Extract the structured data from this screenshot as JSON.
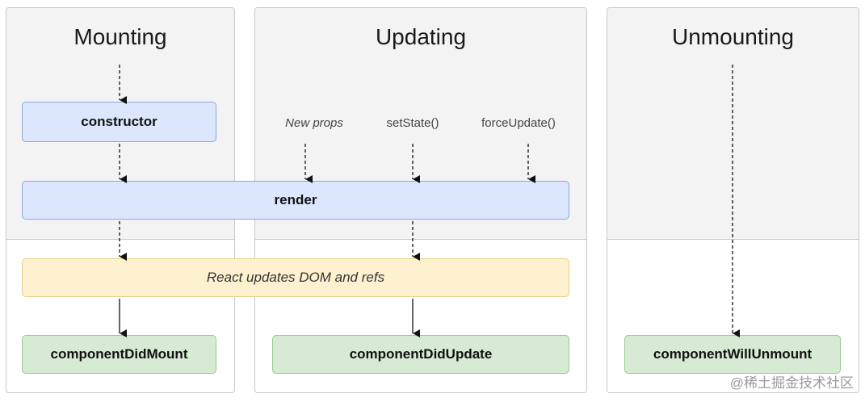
{
  "columns": {
    "mounting": "Mounting",
    "updating": "Updating",
    "unmounting": "Unmounting"
  },
  "boxes": {
    "constructor": "constructor",
    "render": "render",
    "react_updates": "React updates DOM and refs",
    "did_mount": "componentDidMount",
    "did_update": "componentDidUpdate",
    "will_unmount": "componentWillUnmount"
  },
  "triggers": {
    "new_props": "New props",
    "set_state": "setState()",
    "force_update": "forceUpdate()"
  },
  "watermark": "@稀土掘金技术社区",
  "colors": {
    "phase_bg": "#f3f3f3",
    "blue_box": "#dce6fd",
    "yellow_box": "#fdf1cf",
    "green_box": "#d7ead4"
  }
}
